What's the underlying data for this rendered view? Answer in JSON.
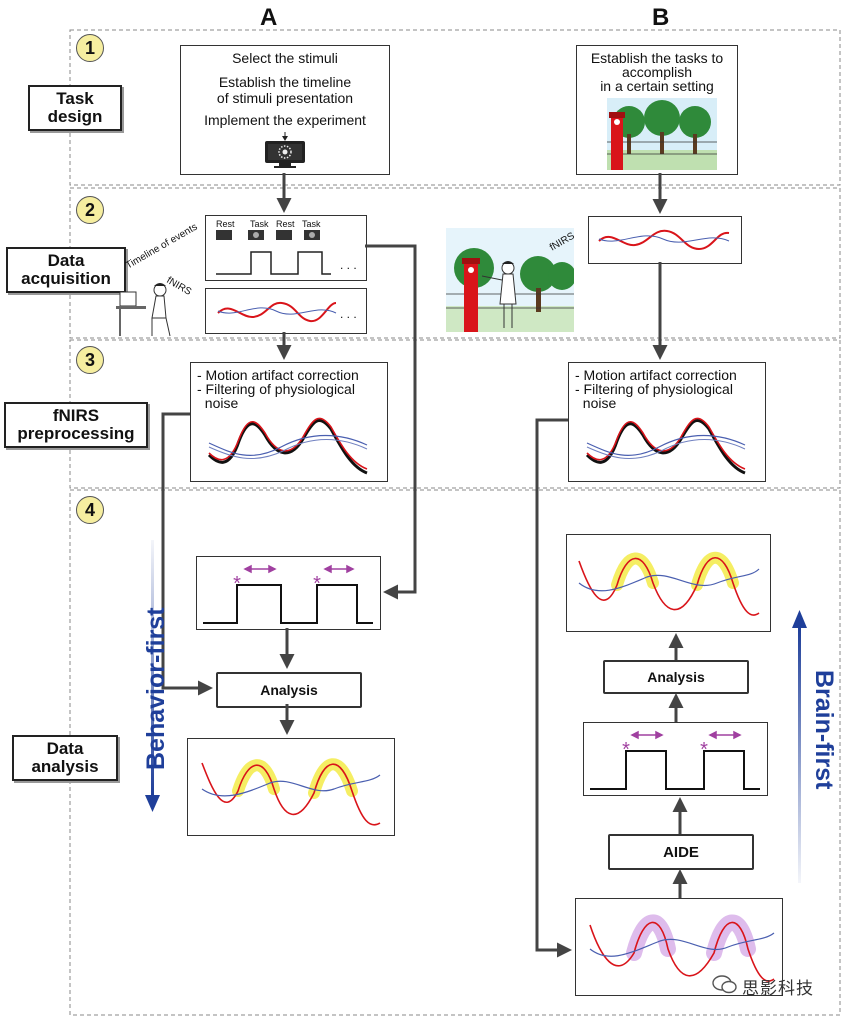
{
  "columns": {
    "a": "A",
    "b": "B"
  },
  "step_numbers": [
    "1",
    "2",
    "3",
    "4"
  ],
  "stage_labels": {
    "task_design": [
      "Task",
      "design"
    ],
    "data_acquisition": [
      "Data",
      "acquisition"
    ],
    "fnirs_preprocessing": [
      "fNIRS",
      "preprocessing"
    ],
    "data_analysis": [
      "Data",
      "analysis"
    ]
  },
  "col_a": {
    "task_lines": [
      "Select the stimuli",
      "Establish the timeline",
      "of stimuli presentation",
      "Implement the experiment"
    ],
    "timeline_labels": [
      "Rest",
      "Task",
      "Rest",
      "Task"
    ],
    "timeline_of_events": "Timeline of events",
    "fnirs": "fNIRS",
    "ellipsis": ". . .",
    "preproc_lines": [
      "- Motion artifact correction",
      "- Filtering of physiological",
      "  noise"
    ],
    "analysis": "Analysis",
    "mode": "Behavior-first"
  },
  "col_b": {
    "task_lines": [
      "Establish the tasks to",
      "accomplish",
      "in a certain setting"
    ],
    "fnirs": "fNIRS",
    "preproc_lines": [
      "- Motion artifact correction",
      "- Filtering of physiological",
      "  noise"
    ],
    "analysis": "Analysis",
    "aide": "AIDE",
    "mode": "Brain-first"
  },
  "watermark": "思影科技",
  "colors": {
    "blue_arrow": "#1f3f9a",
    "signal_red": "#d9141a",
    "signal_blue": "#4a5fb0",
    "glow_yellow": "#f2ea3c",
    "glow_purple": "#c890e0",
    "marker": "#a040a0"
  }
}
